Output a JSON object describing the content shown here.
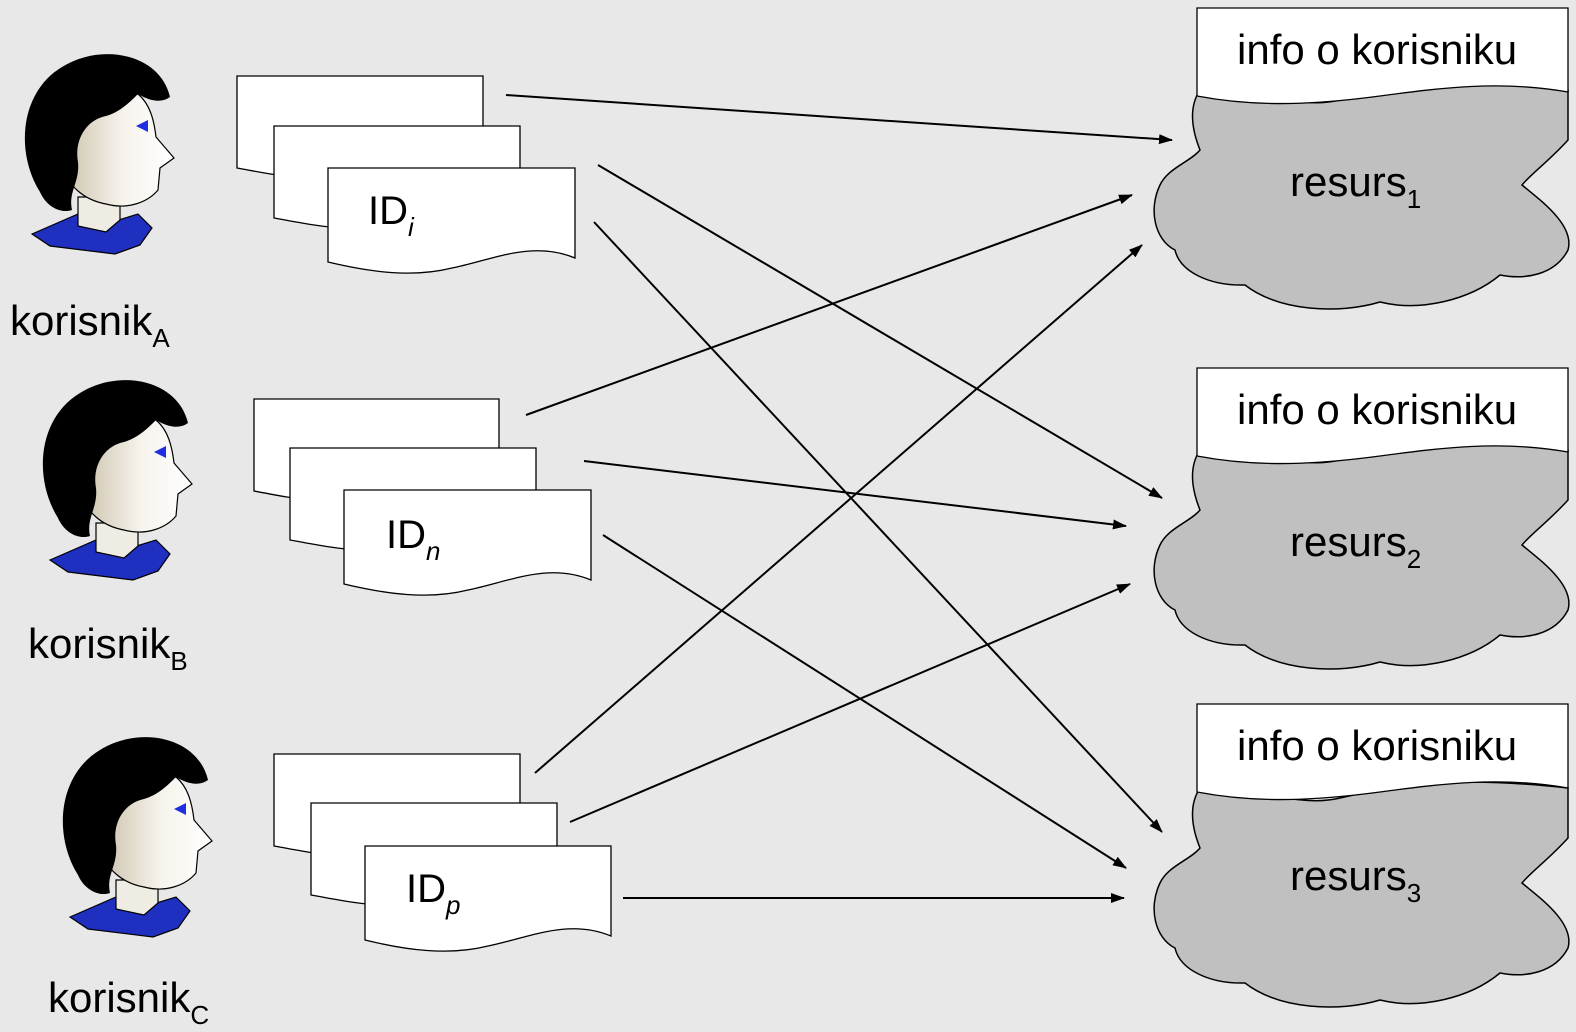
{
  "users": [
    {
      "name": "korisnik",
      "sub": "A"
    },
    {
      "name": "korisnik",
      "sub": "B"
    },
    {
      "name": "korisnik",
      "sub": "C"
    }
  ],
  "ids": [
    {
      "name": "ID",
      "sub": "i"
    },
    {
      "name": "ID",
      "sub": "n"
    },
    {
      "name": "ID",
      "sub": "p"
    }
  ],
  "resources": [
    {
      "info": "info o korisniku",
      "name": "resurs",
      "sub": "1"
    },
    {
      "info": "info o korisniku",
      "name": "resurs",
      "sub": "2"
    },
    {
      "info": "info o korisniku",
      "name": "resurs",
      "sub": "3"
    }
  ],
  "colors": {
    "background": "#e8e8e8",
    "cloud": "#c0c0c0",
    "hair": "#000000",
    "shirt": "#1f2fbf",
    "eye": "#1f2fe0"
  },
  "icons": {
    "user": "person-head-icon",
    "document": "document-stack-icon",
    "resource": "cloud-icon"
  }
}
